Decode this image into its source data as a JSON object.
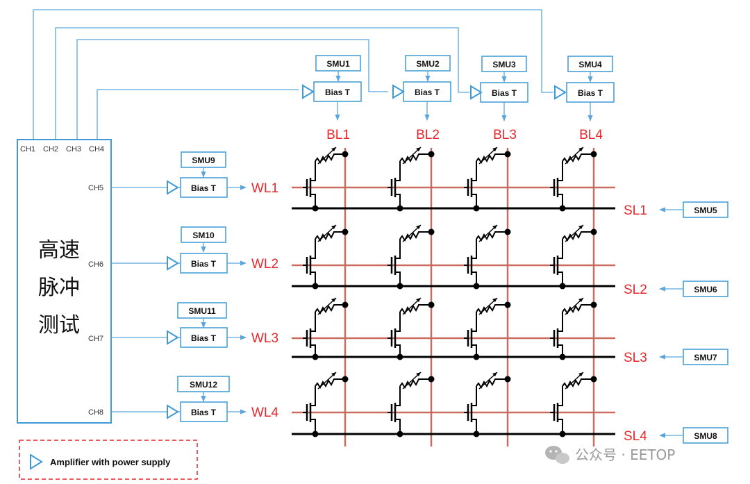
{
  "colors": {
    "box_border": "#3d9ad6",
    "wire": "#5aa6dc",
    "signal_red": "#e8262b",
    "red_line": "#c96b61",
    "black": "#000000",
    "legend_border": "#e8262b"
  },
  "tester": {
    "label_line1": "高速",
    "label_line2": "脉冲",
    "label_line3": "测试",
    "channels_top": [
      "CH1",
      "CH2",
      "CH3",
      "CH4"
    ],
    "channels_side": [
      "CH5",
      "CH6",
      "CH7",
      "CH8"
    ]
  },
  "bias_tee_label": "Bias T",
  "bit_lines": [
    {
      "smu": "SMU1",
      "label": "BL1"
    },
    {
      "smu": "SMU2",
      "label": "BL2"
    },
    {
      "smu": "SMU3",
      "label": "BL3"
    },
    {
      "smu": "SMU4",
      "label": "BL4"
    }
  ],
  "word_lines": [
    {
      "smu": "SMU9",
      "label": "WL1"
    },
    {
      "smu": "SM10",
      "label": "WL2"
    },
    {
      "smu": "SMU11",
      "label": "WL3"
    },
    {
      "smu": "SMU12",
      "label": "WL4"
    }
  ],
  "source_lines": [
    {
      "label": "SL1",
      "smu": "SMU5"
    },
    {
      "label": "SL2",
      "smu": "SMU6"
    },
    {
      "label": "SL3",
      "smu": "SMU7"
    },
    {
      "label": "SL4",
      "smu": "SMU8"
    }
  ],
  "legend": {
    "icon": "amplifier-triangle-icon",
    "text": "Amplifier with power supply"
  },
  "watermark": {
    "icon": "wechat-icon",
    "text": "公众号 · EETOP"
  }
}
